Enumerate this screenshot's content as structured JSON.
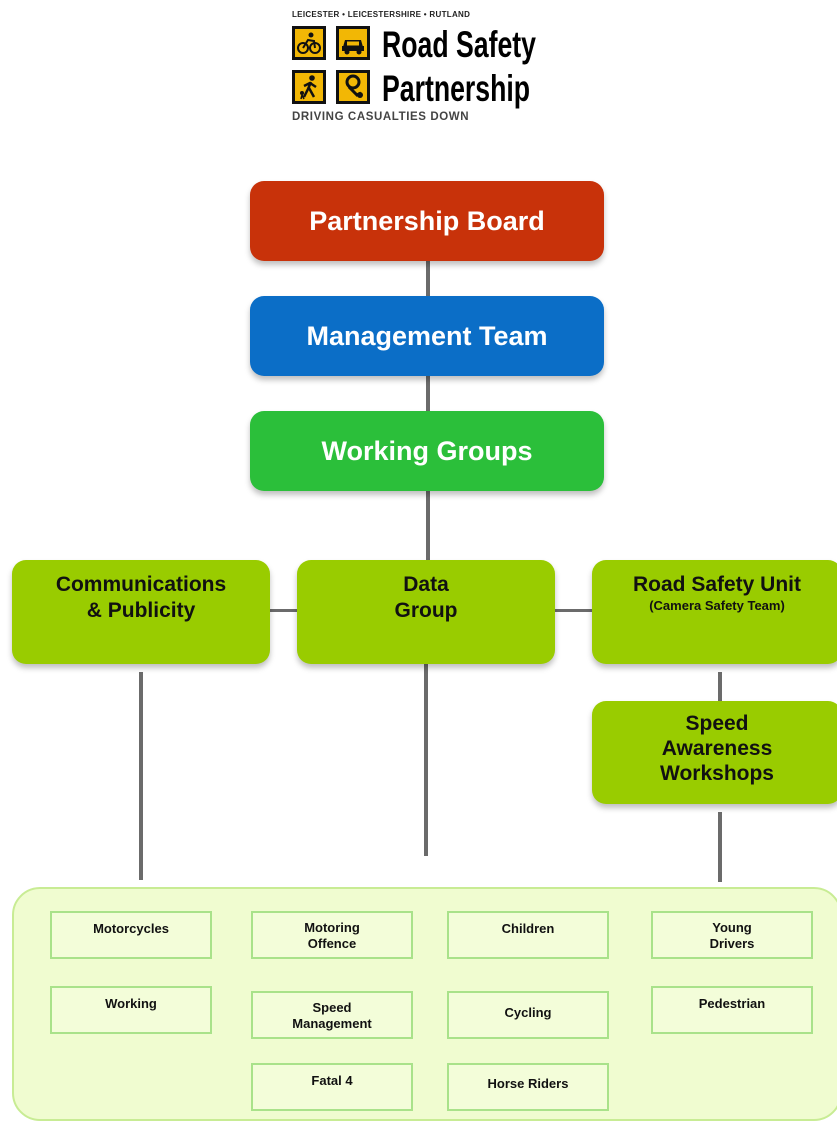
{
  "logo": {
    "top_line": "LEICESTER • LEICESTERSHIRE • RUTLAND",
    "line1": "Road Safety",
    "line2": "Partnership",
    "tagline": "DRIVING CASUALTIES DOWN",
    "icons": [
      "cyclist-icon",
      "car-icon",
      "pedestrian-icon",
      "motorcyclist-icon"
    ],
    "icon_color": "#f2b705"
  },
  "chart": {
    "board": "Partnership Board",
    "management": "Management Team",
    "working_groups": "Working Groups",
    "comms": {
      "line1": "Communications",
      "line2": "& Publicity"
    },
    "data_group": {
      "line1": "Data",
      "line2": "Group"
    },
    "road_safety_unit": {
      "line1": "Road Safety Unit",
      "line2": "(Camera Safety Team)"
    },
    "speed_awareness": {
      "line1": "Speed",
      "line2": "Awareness",
      "line3": "Workshops"
    }
  },
  "groups": {
    "motorcycles": "Motorcycles",
    "working": "Working",
    "motoring_offence": {
      "line1": "Motoring",
      "line2": "Offence"
    },
    "speed_management": {
      "line1": "Speed",
      "line2": "Management"
    },
    "fatal4": "Fatal 4",
    "children": "Children",
    "cycling": "Cycling",
    "horse_riders": "Horse Riders",
    "young_drivers": {
      "line1": "Young",
      "line2": "Drivers"
    },
    "pedestrian": "Pedestrian"
  },
  "colors": {
    "board": "#c8320a",
    "management": "#0b6ec7",
    "working_groups": "#2bbf3a",
    "groups": "#99cc00",
    "panel": "#f0fcd0"
  }
}
